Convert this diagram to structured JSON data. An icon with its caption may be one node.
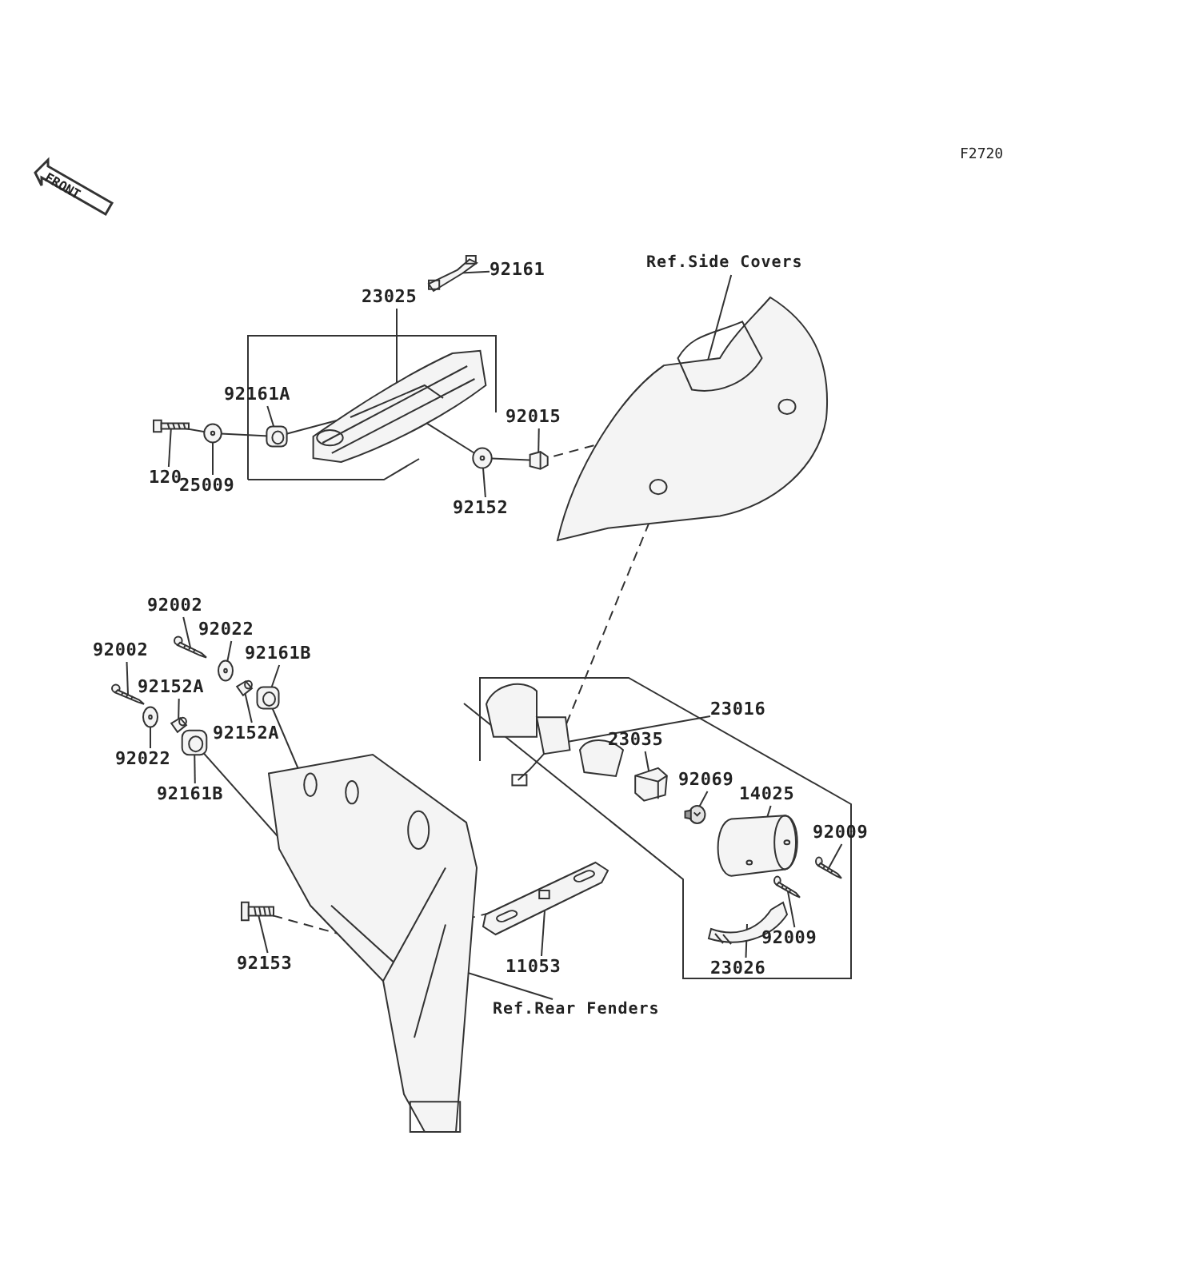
{
  "diagram": {
    "nodes": [
      {
        "text": [
          "92161"
        ]
      },
      {
        "text": [],
        "shape": "picture"
      },
      {
        "text": [
          "23025"
        ]
      },
      {
        "text": [],
        "shape": "picture"
      },
      {
        "text": [
          "92161A"
        ]
      },
      {
        "text": [],
        "shape": "picture"
      },
      {
        "text": [
          "120"
        ]
      },
      {
        "text": [],
        "shape": "picture"
      },
      {
        "text": [
          "25009"
        ]
      },
      {
        "text": [],
        "shape": "picture"
      },
      {
        "text": [
          "92015"
        ]
      },
      {
        "text": [],
        "shape": "picture"
      },
      {
        "text": [
          "92152"
        ]
      },
      {
        "text": [],
        "shape": "picture"
      },
      {
        "text": [
          "Ref.Side Covers"
        ]
      },
      {
        "text": [],
        "shape": "picture"
      },
      {
        "text": [
          "92002"
        ]
      },
      {
        "text": [],
        "shape": "picture"
      },
      {
        "text": [
          "92022"
        ]
      },
      {
        "text": [],
        "shape": "picture"
      },
      {
        "text": [
          "92161B"
        ]
      },
      {
        "text": [],
        "shape": "picture"
      },
      {
        "text": [
          "92002"
        ]
      },
      {
        "text": [],
        "shape": "picture"
      },
      {
        "text": [
          "92152A"
        ]
      },
      {
        "text": [],
        "shape": "picture"
      },
      {
        "text": [
          "92152A"
        ]
      },
      {
        "text": [],
        "shape": "picture"
      },
      {
        "text": [
          "92022"
        ]
      },
      {
        "text": [],
        "shape": "picture"
      },
      {
        "text": [
          "92161B"
        ]
      },
      {
        "text": [],
        "shape": "picture"
      },
      {
        "text": [],
        "shape": "picture"
      },
      {
        "text": [
          "92153"
        ]
      },
      {
        "text": [],
        "shape": "picture"
      },
      {
        "text": [
          "11053"
        ]
      },
      {
        "text": [],
        "shape": "picture"
      },
      {
        "text": [
          "Ref.Rear Fenders"
        ]
      },
      {
        "text": [
          "23016"
        ]
      },
      {
        "text": [],
        "shape": "picture"
      },
      {
        "text": [
          "23035"
        ]
      },
      {
        "text": [],
        "shape": "picture"
      },
      {
        "text": [
          "92069"
        ]
      },
      {
        "text": [],
        "shape": "picture"
      },
      {
        "text": [
          "14025"
        ]
      },
      {
        "text": [],
        "shape": "picture"
      },
      {
        "text": [
          "92009"
        ]
      },
      {
        "text": [],
        "shape": "picture"
      },
      {
        "text": [
          "92009"
        ]
      },
      {
        "text": [],
        "shape": "picture"
      },
      {
        "text": [
          "23026"
        ]
      },
      {
        "text": [],
        "shape": "picture"
      }
    ],
    "edges": [
      {
        "from": 0,
        "to": 1,
        "arrow": "none"
      },
      {
        "from": 2,
        "to": 3,
        "arrow": "none"
      },
      {
        "from": 4,
        "to": 5,
        "arrow": "none"
      },
      {
        "from": 6,
        "to": 7,
        "arrow": "none"
      },
      {
        "from": 8,
        "to": 9,
        "arrow": "none"
      },
      {
        "from": 10,
        "to": 11,
        "arrow": "none"
      },
      {
        "from": 12,
        "to": 13,
        "arrow": "none"
      },
      {
        "from": 14,
        "to": 15,
        "arrow": "none"
      },
      {
        "from": 16,
        "to": 17,
        "arrow": "none"
      },
      {
        "from": 18,
        "to": 19,
        "arrow": "none"
      },
      {
        "from": 20,
        "to": 21,
        "arrow": "none"
      },
      {
        "from": 22,
        "to": 23,
        "arrow": "none"
      },
      {
        "from": 24,
        "to": 25,
        "arrow": "none"
      },
      {
        "from": 26,
        "to": 27,
        "arrow": "none"
      },
      {
        "from": 28,
        "to": 29,
        "arrow": "none"
      },
      {
        "from": 30,
        "to": 31,
        "arrow": "none"
      },
      {
        "from": 33,
        "to": 34,
        "arrow": "none"
      },
      {
        "from": 35,
        "to": 36,
        "arrow": "none"
      },
      {
        "from": 37,
        "to": 32,
        "arrow": "none"
      },
      {
        "from": 38,
        "to": 39,
        "arrow": "none"
      },
      {
        "from": 40,
        "to": 41,
        "arrow": "none"
      },
      {
        "from": 42,
        "to": 43,
        "arrow": "none"
      },
      {
        "from": 44,
        "to": 45,
        "arrow": "none"
      },
      {
        "from": 46,
        "to": 47,
        "arrow": "none"
      },
      {
        "from": 48,
        "to": 49,
        "arrow": "none"
      },
      {
        "from": 50,
        "to": 51,
        "arrow": "none"
      },
      {
        "from": 7,
        "to": 9,
        "arrow": "none"
      },
      {
        "from": 9,
        "to": 5,
        "arrow": "none"
      },
      {
        "from": 5,
        "to": 3,
        "arrow": "none"
      },
      {
        "from": 3,
        "to": 13,
        "arrow": "none"
      },
      {
        "from": 13,
        "to": 11,
        "arrow": "none"
      },
      {
        "from": 11,
        "to": 15,
        "arrow": "none",
        "style": "dashed"
      },
      {
        "from": 15,
        "to": 39,
        "arrow": "none",
        "style": "dashed"
      },
      {
        "from": 21,
        "to": 32,
        "arrow": "none"
      },
      {
        "from": 31,
        "to": 32,
        "arrow": "none"
      },
      {
        "from": 34,
        "to": 32,
        "arrow": "none",
        "style": "dashed"
      },
      {
        "from": 32,
        "to": 36,
        "arrow": "none",
        "style": "dashed"
      }
    ],
    "labels": [
      "F2720",
      "FRONT"
    ]
  }
}
